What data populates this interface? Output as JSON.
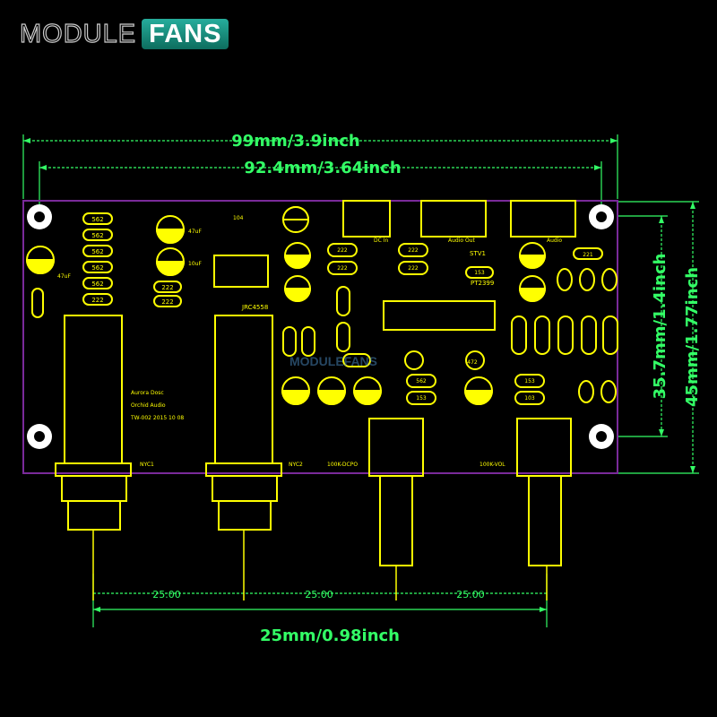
{
  "logo": {
    "text_part1": "MODULE",
    "text_part2": "FANS"
  },
  "watermark": "MODULEFANS",
  "colors": {
    "board_outline": "#7a2a9a",
    "silkscreen": "#ffff00",
    "dimension": "#33ff66",
    "background": "#000000"
  },
  "dimensions": {
    "total_width": "99mm/3.9inch",
    "hole_width": "92.4mm/3.64inch",
    "hole_height": "35.7mm/1.4inch",
    "total_height": "45mm/1.77inch",
    "pot_pitch": "25mm/0.98inch",
    "pitch_1": "25.00",
    "pitch_2": "25.00",
    "pitch_3": "25.00"
  },
  "board_text": {
    "connector_dc": "DC In",
    "connector_audio_out": "Audio Out",
    "connector_audio_in": "Audio",
    "credit_1": "Aurora Dosc",
    "credit_2": "Orchid Audio",
    "credit_3": "TW-002 2015 10 08",
    "pot_1": "NYC1",
    "pot_2": "NYC2",
    "pot_3": "100K-DCPO",
    "pot_4": "100K-VOL",
    "ic_top": "JRC4558",
    "ic_pt": "PT2399",
    "ic_u": "STV1"
  },
  "component_labels": {
    "r_left": [
      "562",
      "562",
      "562",
      "562",
      "562",
      "222",
      "222",
      "222"
    ],
    "cap_47uf": "47uF",
    "cap_10uf": "10uF",
    "r104": "104",
    "r472": "472",
    "r153": "153",
    "r221": "221",
    "r562": "562",
    "r222": "222",
    "r153b": "153",
    "r103": "103"
  }
}
